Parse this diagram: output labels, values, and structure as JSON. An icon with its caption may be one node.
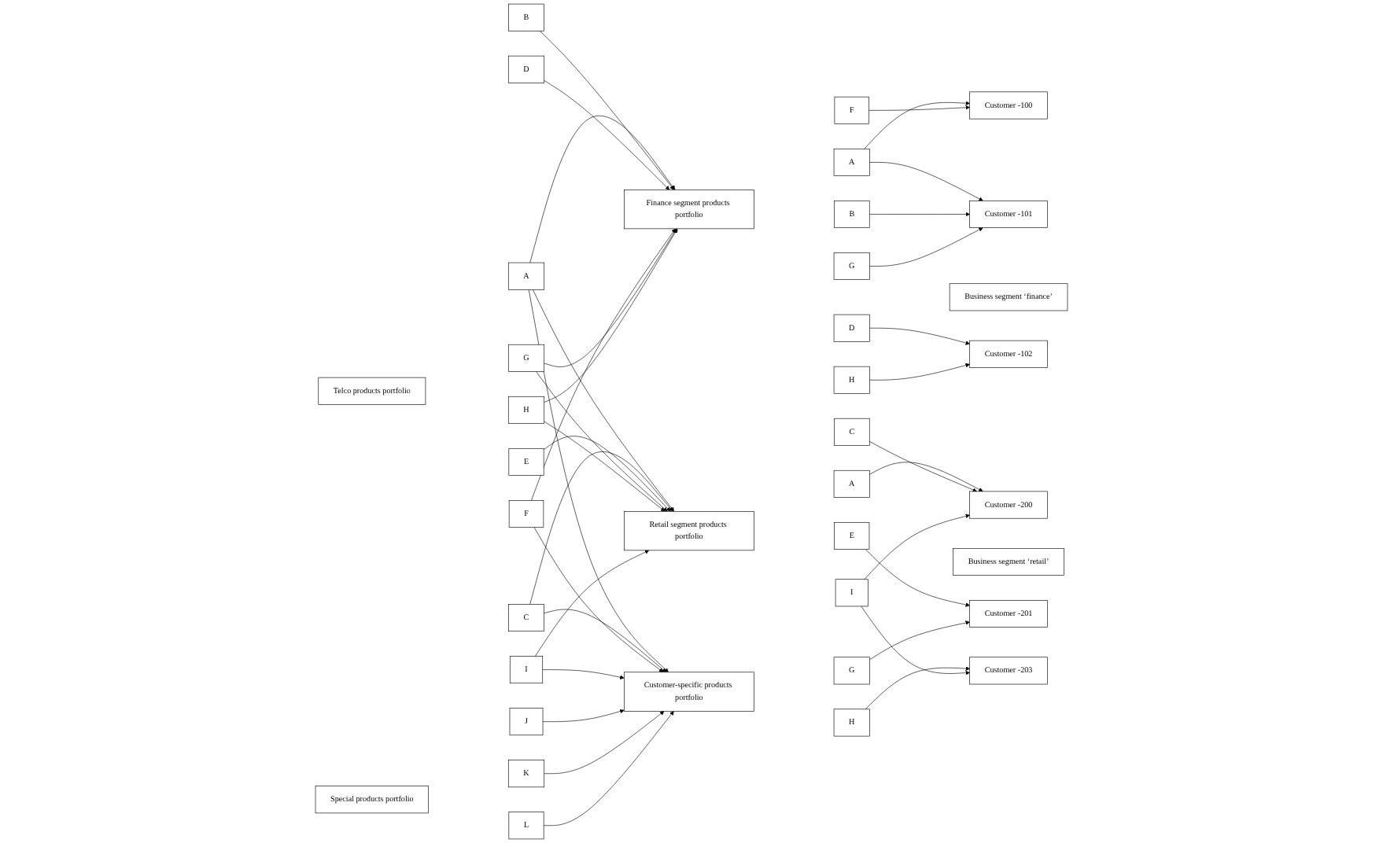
{
  "diagram": {
    "nodes": [
      {
        "text": [
          "Finance segment products portfolio"
        ]
      },
      {
        "text": [
          "A"
        ]
      },
      {
        "text": [
          "B"
        ]
      },
      {
        "text": [
          "D"
        ]
      },
      {
        "text": [
          "F"
        ]
      },
      {
        "text": [
          "G"
        ]
      },
      {
        "text": [
          "H"
        ]
      },
      {
        "text": [
          "Business segment ‘finance’"
        ]
      },
      {
        "text": [
          "Customer -100"
        ]
      },
      {
        "text": [
          "Customer -101"
        ]
      },
      {
        "text": [
          "Customer -102"
        ]
      },
      {
        "text": [
          "Telco products portfolio"
        ]
      },
      {
        "text": [
          "A"
        ]
      },
      {
        "text": [
          "B"
        ]
      },
      {
        "text": [
          "C"
        ]
      },
      {
        "text": [
          "D"
        ]
      },
      {
        "text": [
          "E"
        ]
      },
      {
        "text": [
          "F"
        ]
      },
      {
        "text": [
          "G"
        ]
      },
      {
        "text": [
          "H"
        ]
      },
      {
        "text": [
          "I"
        ]
      },
      {
        "text": [
          "Retail segment products portfolio"
        ]
      },
      {
        "text": [
          "A"
        ]
      },
      {
        "text": [
          "C"
        ]
      },
      {
        "text": [
          "E"
        ]
      },
      {
        "text": [
          "G"
        ]
      },
      {
        "text": [
          "H"
        ]
      },
      {
        "text": [
          "I"
        ]
      },
      {
        "text": [
          "Business segment ‘retail’"
        ]
      },
      {
        "text": [
          "Customer -200"
        ]
      },
      {
        "text": [
          "Customer -201"
        ]
      },
      {
        "text": [
          "Customer -203"
        ]
      },
      {
        "text": [
          "Special products portfolio"
        ]
      },
      {
        "text": [
          "J"
        ]
      },
      {
        "text": [
          "K"
        ]
      },
      {
        "text": [
          "L"
        ]
      },
      {
        "text": [
          "Customer-specific products portfolio"
        ]
      }
    ],
    "edges": [
      {
        "from": 12,
        "to": 0,
        "arrow": "to"
      },
      {
        "from": 12,
        "to": 21,
        "arrow": "to"
      },
      {
        "from": 12,
        "to": 36,
        "arrow": "to"
      },
      {
        "from": 13,
        "to": 0,
        "arrow": "to"
      },
      {
        "from": 14,
        "to": 21,
        "arrow": "to"
      },
      {
        "from": 14,
        "to": 36,
        "arrow": "to"
      },
      {
        "from": 15,
        "to": 0,
        "arrow": "to"
      },
      {
        "from": 16,
        "to": 21,
        "arrow": "to"
      },
      {
        "from": 17,
        "to": 0,
        "arrow": "to"
      },
      {
        "from": 17,
        "to": 36,
        "arrow": "to"
      },
      {
        "from": 18,
        "to": 0,
        "arrow": "to"
      },
      {
        "from": 18,
        "to": 21,
        "arrow": "to"
      },
      {
        "from": 19,
        "to": 0,
        "arrow": "to"
      },
      {
        "from": 19,
        "to": 21,
        "arrow": "to"
      },
      {
        "from": 20,
        "to": 21,
        "arrow": "to"
      },
      {
        "from": 20,
        "to": 36,
        "arrow": "to"
      },
      {
        "from": 33,
        "to": 36,
        "arrow": "to"
      },
      {
        "from": 34,
        "to": 36,
        "arrow": "to"
      },
      {
        "from": 35,
        "to": 36,
        "arrow": "to"
      },
      {
        "from": 1,
        "to": 8,
        "arrow": "to"
      },
      {
        "from": 1,
        "to": 9,
        "arrow": "to"
      },
      {
        "from": 2,
        "to": 9,
        "arrow": "to"
      },
      {
        "from": 3,
        "to": 10,
        "arrow": "to"
      },
      {
        "from": 4,
        "to": 8,
        "arrow": "to"
      },
      {
        "from": 5,
        "to": 9,
        "arrow": "to"
      },
      {
        "from": 6,
        "to": 10,
        "arrow": "to"
      },
      {
        "from": 22,
        "to": 29,
        "arrow": "to"
      },
      {
        "from": 23,
        "to": 29,
        "arrow": "to"
      },
      {
        "from": 24,
        "to": 30,
        "arrow": "to"
      },
      {
        "from": 25,
        "to": 30,
        "arrow": "to"
      },
      {
        "from": 26,
        "to": 31,
        "arrow": "to"
      },
      {
        "from": 27,
        "to": 29,
        "arrow": "to"
      },
      {
        "from": 27,
        "to": 31,
        "arrow": "to"
      }
    ]
  }
}
